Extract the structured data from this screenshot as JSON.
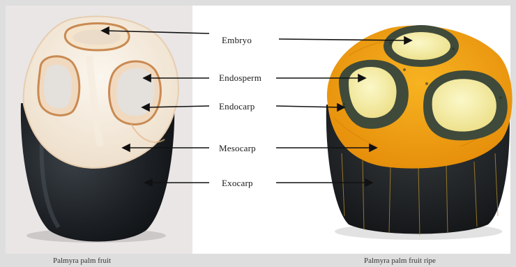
{
  "labels": {
    "embryo": "Embryo",
    "endosperm": "Endosperm",
    "endocarp": "Endocarp",
    "mesocarp": "Mesocarp",
    "exocarp": "Exocarp"
  },
  "captions": {
    "left": "Palmyra palm fruit",
    "right": "Palmyra palm fruit ripe"
  },
  "colors": {
    "background": "#dedede",
    "photo_bg_left": "#e9e6e5",
    "photo_bg_right": "#ffffff",
    "husk": "#1c1f22",
    "flesh_cream": "#f3e9dc",
    "ripe_orange": "#f2a414",
    "kernel_yellow": "#f6f0a8"
  }
}
